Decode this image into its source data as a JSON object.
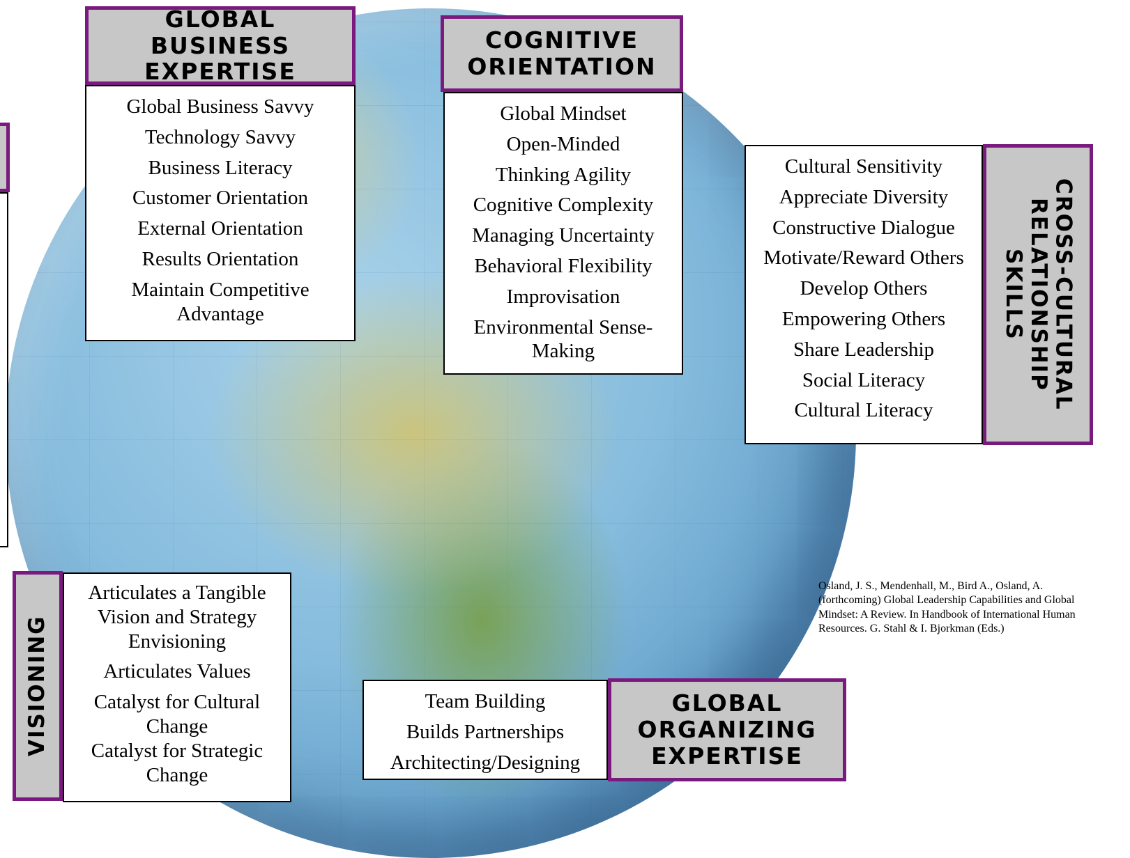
{
  "groups": {
    "global_business": {
      "title": "GLOBAL BUSINESS EXPERTISE",
      "items": [
        "Global Business Savvy",
        "Technology Savvy",
        "Business Literacy",
        "Customer Orientation",
        "External Orientation",
        "Results Orientation",
        "Maintain Competitive Advantage"
      ]
    },
    "cognitive": {
      "title": "COGNITIVE ORIENTATION",
      "items": [
        "Global Mindset",
        "Open-Minded",
        "Thinking Agility",
        "Cognitive Complexity",
        "Managing Uncertainty",
        "Behavioral Flexibility",
        "Improvisation",
        "Environmental Sense-Making"
      ]
    },
    "cross_cultural": {
      "title": "CROSS-CULTURAL RELATIONSHIP SKILLS",
      "items": [
        "Cultural Sensitivity",
        "Appreciate Diversity",
        "Constructive Dialogue",
        "Motivate/Reward Others",
        "Develop Others",
        "Empowering Others",
        "Share Leadership",
        "Social Literacy",
        "Cultural Literacy"
      ]
    },
    "visioning": {
      "title": "VISIONING",
      "items": [
        "Articulates a Tangible Vision and Strategy",
        "Envisioning",
        "Articulates Values",
        "Catalyst for Cultural Change",
        "Catalyst for Strategic Change"
      ]
    },
    "global_organizing": {
      "title": "GLOBAL ORGANIZING EXPERTISE",
      "items": [
        "Team Building",
        "Builds Partnerships",
        "Architecting/Designing"
      ]
    }
  },
  "citation": "Osland, J. S., Mendenhall, M., Bird A., Osland, A. (forthcoming) Global Leadership Capabilities and Global Mindset: A Review.  In Handbook of International Human Resources. G. Stahl & I. Bjorkman (Eds.)"
}
